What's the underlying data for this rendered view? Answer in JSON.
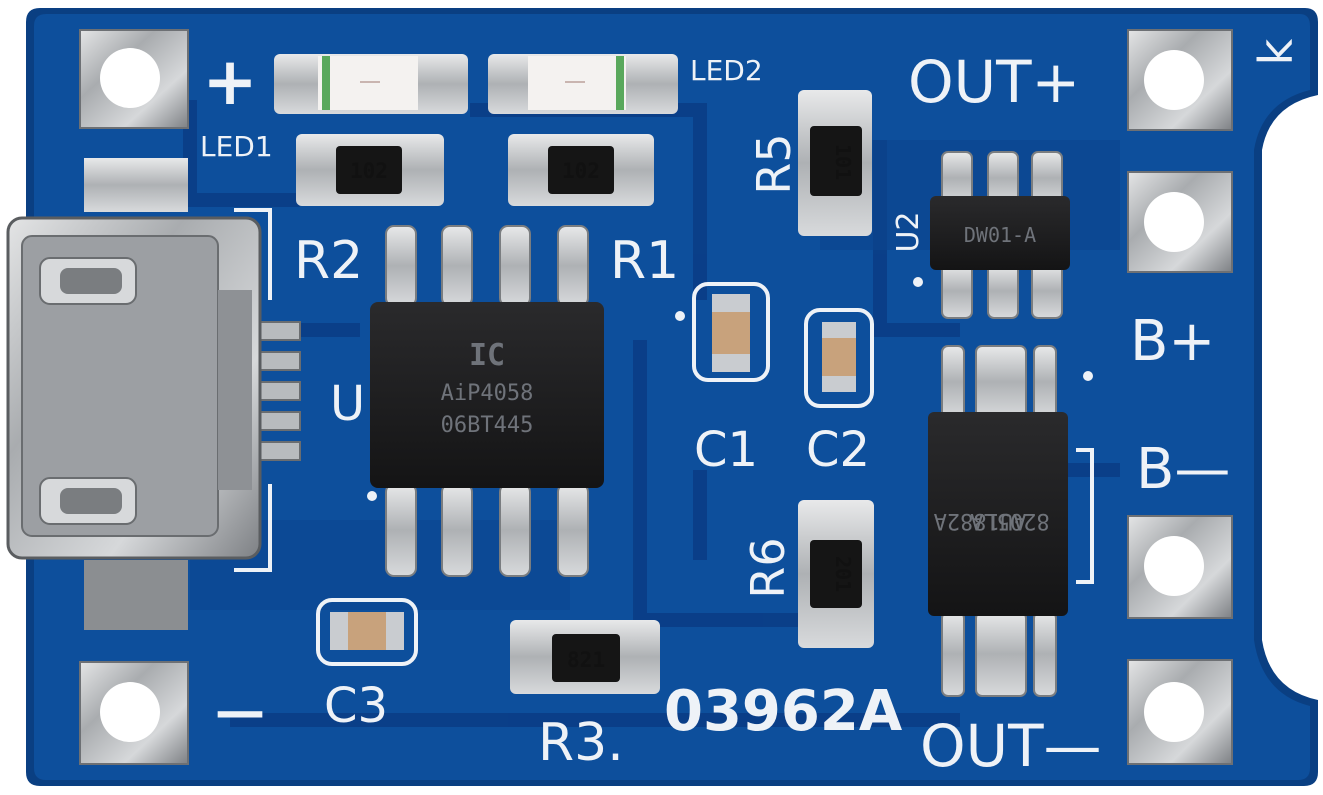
{
  "colors": {
    "board": "#0d4f9c",
    "board_edge": "#0a3f82",
    "trace": "#0a3d86",
    "silkscreen": "#eef2f7",
    "solder": "#c9ccd0",
    "chip": "#1c1c1e"
  },
  "board": {
    "pin_labels": {
      "plus": "+",
      "minus": "—",
      "out_plus": "OUT+",
      "out_minus": "OUT—",
      "b_plus": "B+",
      "b_minus": "B—",
      "k": "k"
    },
    "designators": {
      "led1": "LED1",
      "led2": "LED2",
      "r1": "R1",
      "r2": "R2",
      "r3": "R3.",
      "r5": "R5",
      "r6": "R6",
      "c1": "C1",
      "c2": "C2",
      "c3": "C3",
      "u1": "U",
      "u2": "U2"
    },
    "board_code": "03962A",
    "resistor_codes": {
      "r1": "102",
      "r2": "102",
      "r3": "821",
      "r5": "101",
      "r6": "201"
    },
    "chips": {
      "charger_logo": "IC",
      "charger_line1": "AiP4058",
      "charger_line2": "06BT445",
      "protector": "DW01-A",
      "mosfet_line1": "8205LA",
      "mosfet_line2": "AU1882A"
    }
  }
}
